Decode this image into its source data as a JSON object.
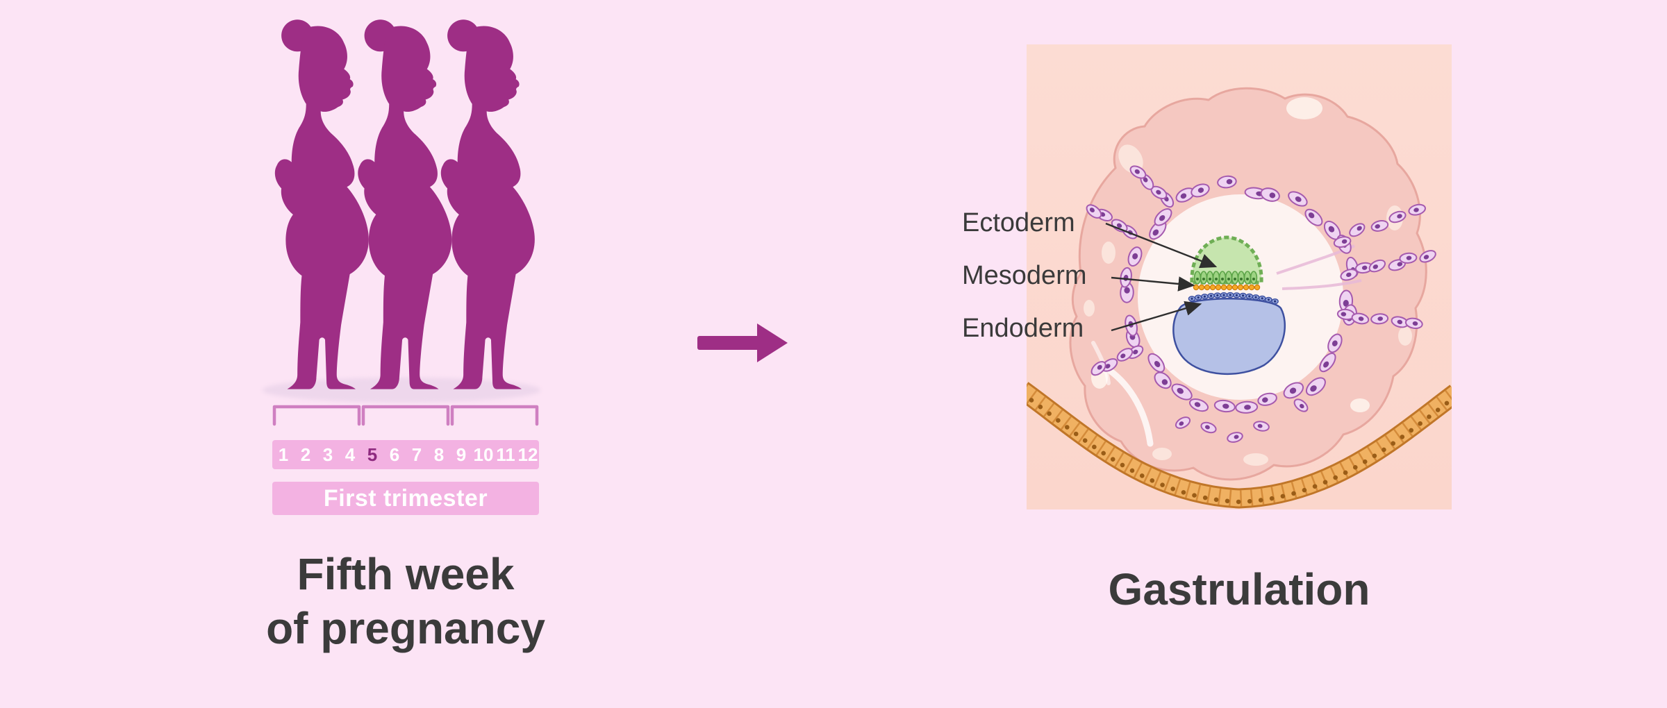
{
  "colors": {
    "background": "#fce4f5",
    "magenta": "#9e2e85",
    "band_pink": "#f3b2e2",
    "highlight_week": "#8e2a7f",
    "title_text": "#3b3b3b",
    "panel_peach": "#fcdcd3"
  },
  "timeline": {
    "weeks": [
      "1",
      "2",
      "3",
      "4",
      "5",
      "6",
      "7",
      "8",
      "9",
      "10",
      "11",
      "12"
    ],
    "highlighted_week": "5",
    "trimester_label": "First trimester"
  },
  "left_caption": {
    "line1": "Fifth week",
    "line2": "of pregnancy"
  },
  "diagram": {
    "labels": {
      "ectoderm": "Ectoderm",
      "mesoderm": "Mesoderm",
      "endoderm": "Endoderm"
    },
    "caption": "Gastrulation"
  },
  "icons": {
    "arrow": "right-arrow-icon",
    "figure": "pregnant-woman-silhouette"
  }
}
